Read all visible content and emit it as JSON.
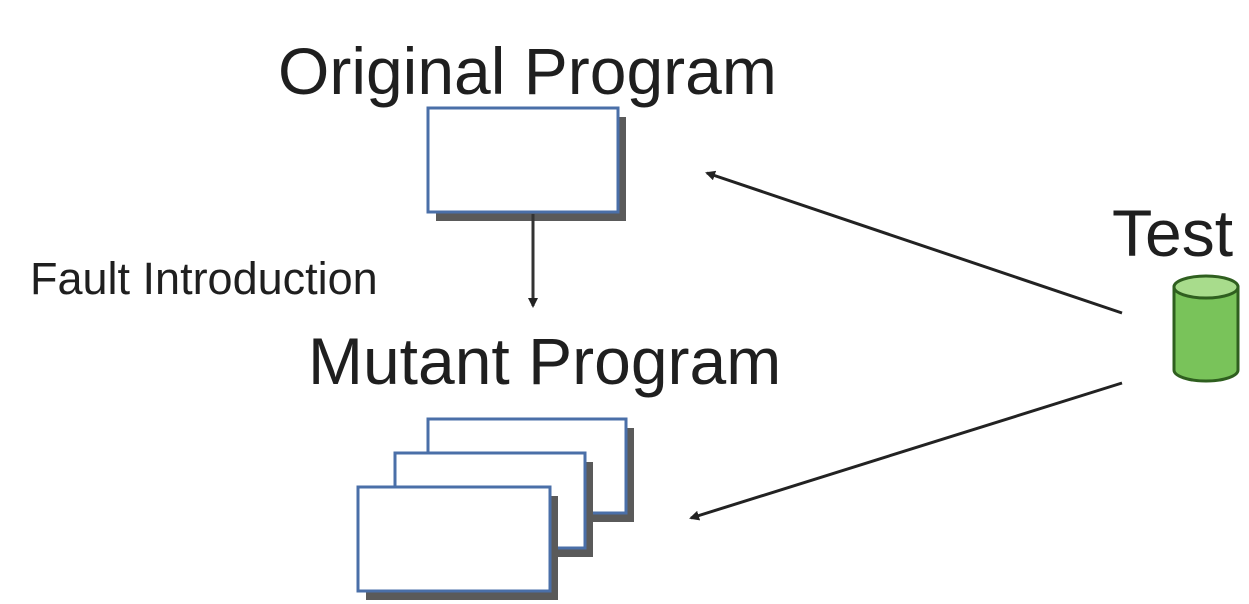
{
  "labels": {
    "original_program": "Original Program",
    "mutant_program": "Mutant Program",
    "test": "Test",
    "fault_introduction": "Fault Introduction"
  },
  "colors": {
    "box_fill": "#ffffff",
    "box_border": "#4a6fa8",
    "box_shadow": "#5a5a5a",
    "test_fill": "#79c35a",
    "test_top": "#a8dc8c",
    "test_border": "#2f5f1f",
    "arrow": "#222222"
  },
  "icons": {
    "test_suite": "database-cylinder-icon"
  }
}
